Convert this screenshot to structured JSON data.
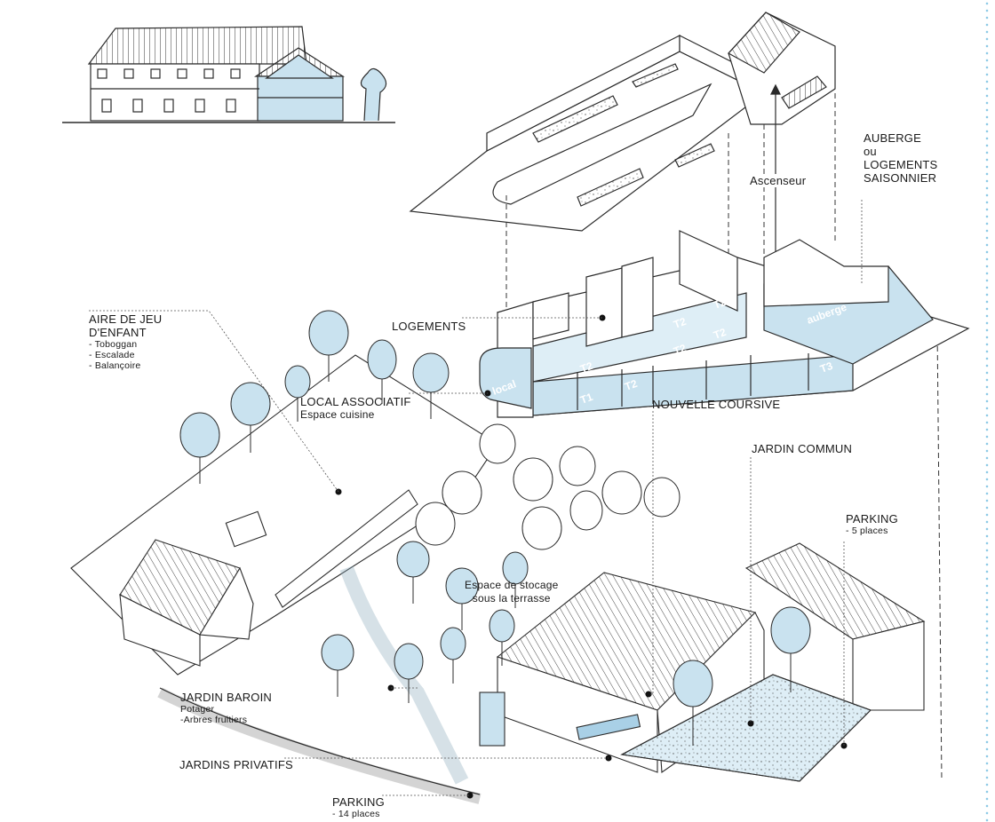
{
  "labels": {
    "aire": {
      "title_1": "AIRE DE JEU",
      "title_2": "D'ENFANT",
      "items": [
        "- Toboggan",
        "- Escalade",
        "- Balançoire"
      ]
    },
    "logements": {
      "title": "LOGEMENTS"
    },
    "local_asso": {
      "title": "LOCAL ASSOCIATIF",
      "sub": "Espace cuisine"
    },
    "nouvelle_coursive": {
      "title": "NOUVELLE COURSIVE"
    },
    "jardin_commun": {
      "title": "JARDIN COMMUN"
    },
    "parking_5": {
      "title": "PARKING",
      "sub": "- 5 places"
    },
    "espace_stockage": {
      "line_1": "Espace de stocage",
      "line_2": "sous la terrasse"
    },
    "jardin_baroin": {
      "title": "JARDIN BAROIN",
      "items": [
        "Potager",
        "-Arbres fruitiers"
      ]
    },
    "jardins_privatifs": {
      "title": "JARDINS PRIVATIFS"
    },
    "parking_14": {
      "title": "PARKING",
      "sub": "- 14 places"
    },
    "auberge": {
      "l1": "AUBERGE",
      "l2": "ou",
      "l3": "LOGEMENTS",
      "l4": "SAISONNIER"
    },
    "ascenseur": {
      "title": "Ascenseur"
    }
  },
  "units": {
    "local": "local",
    "t1": "T1",
    "t2a": "T2",
    "t2b": "T2",
    "t2c": "T2",
    "t2d": "T2",
    "t2e": "T2",
    "t2f": "T2",
    "t2g": "T2",
    "t3": "T3",
    "auberge": "auberge"
  },
  "colors": {
    "ink": "#2b2b2b",
    "light_blue": "#c9e2ef",
    "mid_blue": "#a9d0e6",
    "wash": "#deeef6"
  }
}
